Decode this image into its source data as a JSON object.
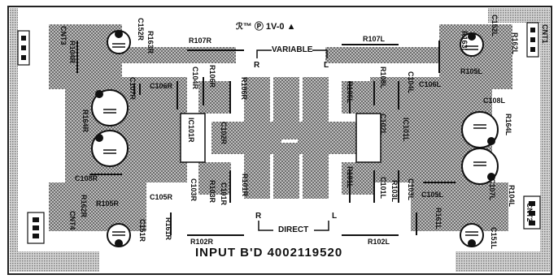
{
  "colors": {
    "background": "#ffffff",
    "ink": "#111111",
    "hatch": "#8a8a8a"
  },
  "board": {
    "title": "INPUT  B'D  4002119520",
    "rating": "ℛ™ Ⓟ 1V-0 ▲",
    "variable": "VARIABLE",
    "variable_r": "R",
    "variable_l": "L",
    "direct": "DIRECT",
    "direct_r": "R",
    "direct_l": "L"
  },
  "components": {
    "cnt3": "CNT3",
    "cnt1": "CNT1",
    "cnt4": "CNT4",
    "cnt2": "CNT2",
    "r104r": "R104R",
    "c152r": "C152R",
    "r163r": "R163R",
    "c107r": "C107R",
    "r107r": "R107R",
    "c106r": "C106R",
    "c104r": "C104R",
    "r106r": "R106R",
    "r106r2": "R106R",
    "r164r": "R164R",
    "ic101r": "IC101R",
    "c102r": "C102R",
    "c108r": "C108R",
    "r162r": "R162R",
    "r105r": "R105R",
    "c105r": "C105R",
    "c103r": "C103R",
    "r103r": "R103R",
    "c101r": "C101R",
    "r101r": "R101R",
    "c151r": "C151R",
    "r161r": "R161R",
    "r102r": "R102R",
    "r107l": "R107L",
    "c152l": "C152L",
    "r163l": "R163L",
    "r162l": "R162L",
    "r105l": "R105L",
    "r106l": "R106L",
    "r108l": "R108L",
    "c104l": "C104L",
    "c106l": "C106L",
    "c102l": "C102L",
    "ic101l": "IC101L",
    "c108l": "C108L",
    "r164l": "R164L",
    "r101l": "R101L",
    "c101l": "C101L",
    "r103l": "R103L",
    "c103l": "C103L",
    "c105l": "C105L",
    "r161l": "R161L",
    "c107l": "C107L",
    "r104l": "R104L",
    "c151l": "C151L",
    "r102l": "R102L"
  }
}
